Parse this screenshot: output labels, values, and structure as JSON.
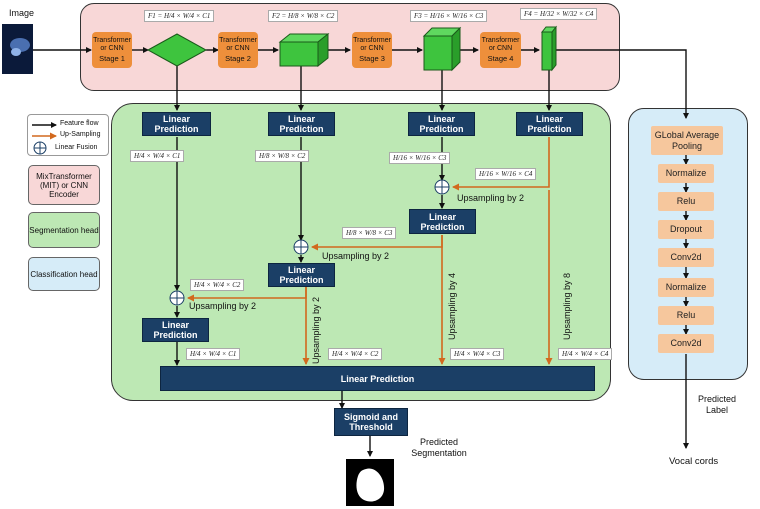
{
  "colors": {
    "encoder_bg": "#f8d7d7",
    "segmentation_bg": "#bde8b4",
    "classification_bg": "#d6ecf8",
    "orange_block": "#ee8f3b",
    "navy_block": "#1b3f66",
    "peach_block": "#f6c79d",
    "upsample_arrow": "#d2691e",
    "cube_green": "#3ec43e"
  },
  "input": {
    "label": "Image"
  },
  "encoder": {
    "stages": [
      {
        "line1": "Transformer",
        "line2": "or CNN",
        "line3": "Stage 1"
      },
      {
        "line1": "Transformer",
        "line2": "or CNN",
        "line3": "Stage 2"
      },
      {
        "line1": "Transformer",
        "line2": "or CNN",
        "line3": "Stage 3"
      },
      {
        "line1": "Transformer",
        "line2": "or CNN",
        "line3": "Stage 4"
      }
    ],
    "features": [
      "F1 = H/4 × W/4 × C1",
      "F2 = H/8 × W/8 × C2",
      "F3 = H/16 × W/16 × C3",
      "F4 = H/32 × W/32 × C4"
    ]
  },
  "legend": {
    "feature_flow": "Feature flow",
    "up_sampling": "Up-Sampling",
    "linear_fusion": "Linear Fusion",
    "encoder_box": "MixTransformer (MIT) or CNN Encoder",
    "segmentation_box": "Segmentation head",
    "classification_box": "Classification head"
  },
  "segmentation": {
    "linear_prediction": "Linear Prediction",
    "dims_after_lp": [
      "H/4 × W/4 × C1",
      "H/8 × W/8 × C2",
      "H/16 × W/16 × C3",
      "H/16 × W/16 × C4"
    ],
    "fused_dims": {
      "f3": "H/8 × W/8 × C3",
      "f2": "H/4 × W/4 × C2"
    },
    "bottom_dims": [
      "H/4 × W/4 × C1",
      "H/4 × W/4 × C2",
      "H/4 × W/4 × C3",
      "H/4 × W/4 × C4"
    ],
    "upsampling_2": "Upsampling by 2",
    "upsampling_4": "Upsampling by 4",
    "upsampling_8": "Upsampling by 8",
    "final_linear_prediction": "Linear Prediction",
    "sigmoid": "Sigmoid and Threshold",
    "predicted_segmentation": "Predicted Segmentation"
  },
  "classification": {
    "layers": [
      "GLobal Average Pooling",
      "Normalize",
      "Relu",
      "Dropout",
      "Conv2d",
      "Normalize",
      "Relu",
      "Conv2d"
    ],
    "predicted_label": "Predicted Label",
    "output": "Vocal cords"
  }
}
